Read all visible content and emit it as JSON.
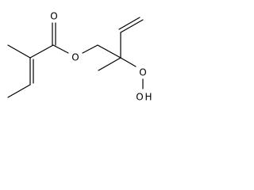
{
  "molecule": {
    "atoms": {
      "ester_carbonyl_oxygen": "O",
      "ester_oxygen": "O",
      "peroxide_oxygen_1": "O",
      "peroxide_oxygen_2": "O",
      "hydroxyl_hydrogen": "H"
    }
  },
  "colors": {
    "bond": "#000000",
    "label": "#000000",
    "background": "#ffffff"
  }
}
